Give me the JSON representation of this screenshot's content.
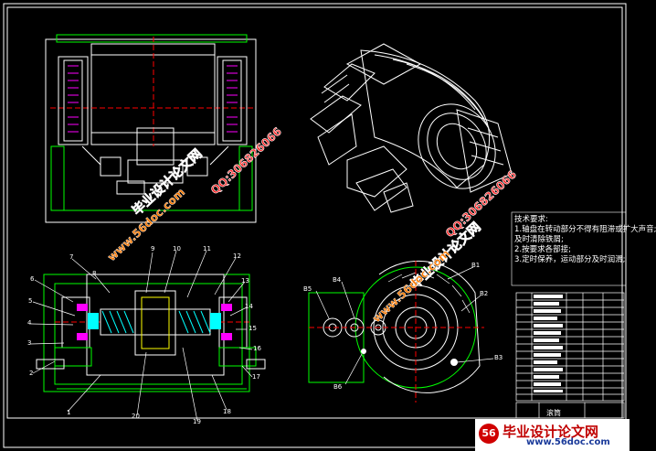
{
  "technical_requirements": {
    "title": "技术要求:",
    "items": [
      "1.轴盘在转动部分不得有阻滞或扩大声音;",
      "  及时清除铁屑;",
      "2.按要求各部接;",
      "3.定时保养，运动部分及时润滑;"
    ]
  },
  "part_labels": {
    "section_view": [
      "1",
      "2",
      "3",
      "4",
      "5",
      "6",
      "7",
      "8",
      "9",
      "10",
      "11",
      "12",
      "13",
      "14",
      "15",
      "16",
      "17",
      "18",
      "19",
      "20"
    ],
    "end_view": [
      "B1",
      "B2",
      "B3",
      "B4",
      "B5",
      "B6"
    ]
  },
  "title_block": {
    "drawing_title": "滚筒"
  },
  "watermarks": {
    "site_name": "毕业设计论文网",
    "site_url": "www.56doc.com",
    "qq": "QQ:306826066"
  },
  "footer_logo": {
    "mark": "56",
    "line1": "毕业设计论文网",
    "line2": "www.56doc.com"
  },
  "colors": {
    "background": "#000000",
    "outline": "#ffffff",
    "frame": "#00ff00",
    "dimension": "#00ffff",
    "centerline": "#ff0000",
    "detail": "#ffff00",
    "accent": "#ff00ff",
    "watermark_red": "#ff2a2a",
    "watermark_orange": "#ff7a00"
  }
}
